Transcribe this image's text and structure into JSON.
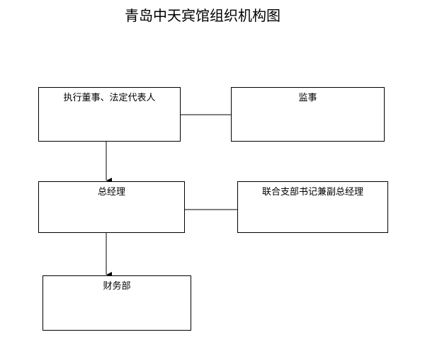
{
  "title": "青岛中天宾馆组织机构图",
  "nodes": {
    "executive": "执行董事、法定代表人",
    "supervisor": "监事",
    "general_manager": "总经理",
    "party_secretary": "联合支部书记兼副总经理",
    "finance": "财务部"
  }
}
